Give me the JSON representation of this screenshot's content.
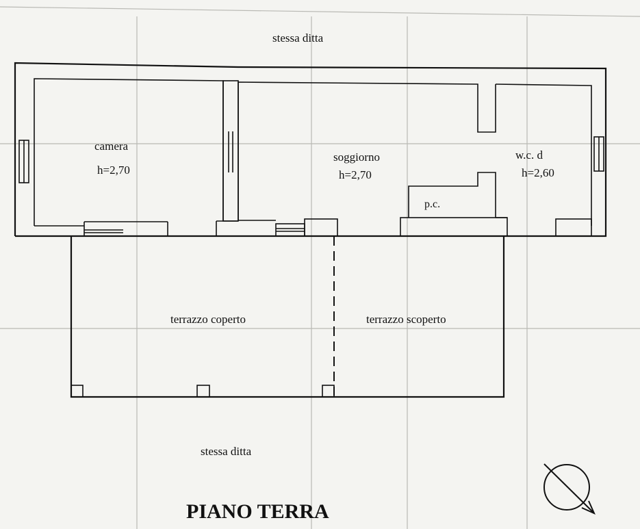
{
  "plan": {
    "title": "PIANO TERRA",
    "neighbor_top": "stessa ditta",
    "neighbor_bottom": "stessa ditta",
    "rooms": {
      "camera": {
        "name": "camera",
        "height": "h=2,70"
      },
      "soggiorno": {
        "name": "soggiorno",
        "height": "h=2,70"
      },
      "wc": {
        "name": "w.c. d",
        "height": "h=2,60"
      },
      "pc": {
        "name": "p.c."
      },
      "terrazzo_coperto": {
        "name": "terrazzo coperto"
      },
      "terrazzo_scoperto": {
        "name": "terrazzo scoperto"
      }
    },
    "compass_icon": "north-arrow-icon"
  }
}
